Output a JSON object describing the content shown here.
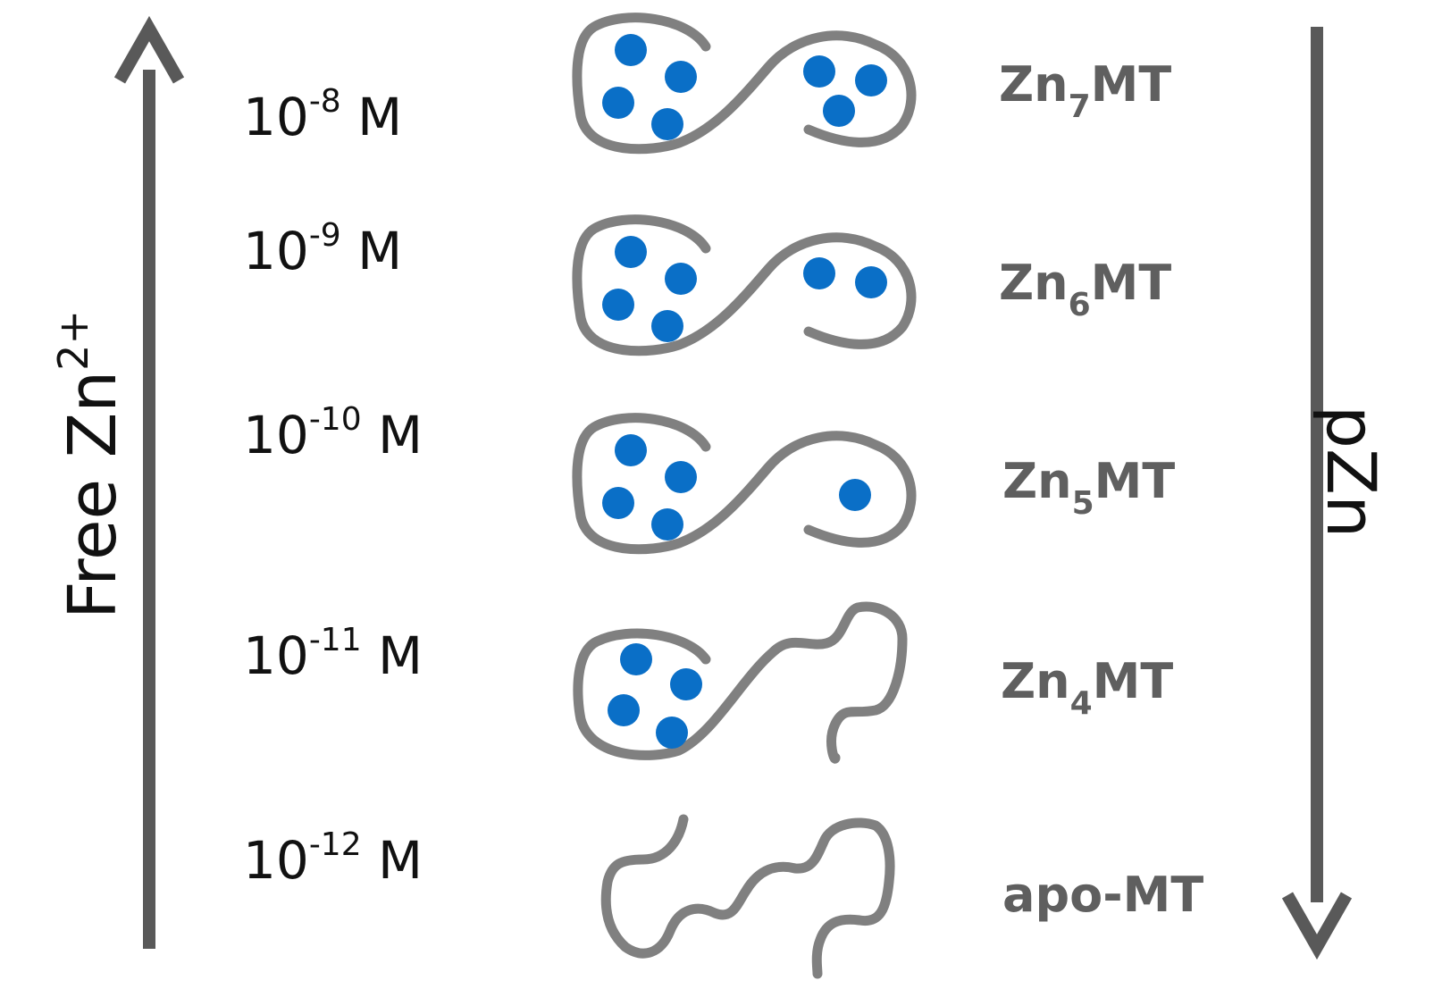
{
  "left_axis": {
    "label_main": "Free Zn",
    "label_sup": "2+",
    "arrow_direction": "up",
    "color": "#595959"
  },
  "right_axis": {
    "label": "pZn",
    "arrow_direction": "down",
    "color": "#595959"
  },
  "colors": {
    "protein_chain": "#808080",
    "zinc_ion": "#0a6fc7",
    "concentration_text": "#111111",
    "species_text": "#5f5f5f"
  },
  "rows": [
    {
      "concentration_base": "10",
      "concentration_exp": "-8",
      "concentration_unit": " M",
      "species_prefix": "Zn",
      "species_sub": "7",
      "species_suffix": "MT",
      "zinc_count": 7
    },
    {
      "concentration_base": "10",
      "concentration_exp": "-9",
      "concentration_unit": " M",
      "species_prefix": "Zn",
      "species_sub": "6",
      "species_suffix": "MT",
      "zinc_count": 6
    },
    {
      "concentration_base": "10",
      "concentration_exp": "-10",
      "concentration_unit": " M",
      "species_prefix": "Zn",
      "species_sub": "5",
      "species_suffix": "MT",
      "zinc_count": 5
    },
    {
      "concentration_base": "10",
      "concentration_exp": "-11",
      "concentration_unit": " M",
      "species_prefix": "Zn",
      "species_sub": "4",
      "species_suffix": "MT",
      "zinc_count": 4
    },
    {
      "concentration_base": "10",
      "concentration_exp": "-12",
      "concentration_unit": " M",
      "species_prefix": "apo-MT",
      "species_sub": "",
      "species_suffix": "",
      "zinc_count": 0
    }
  ]
}
